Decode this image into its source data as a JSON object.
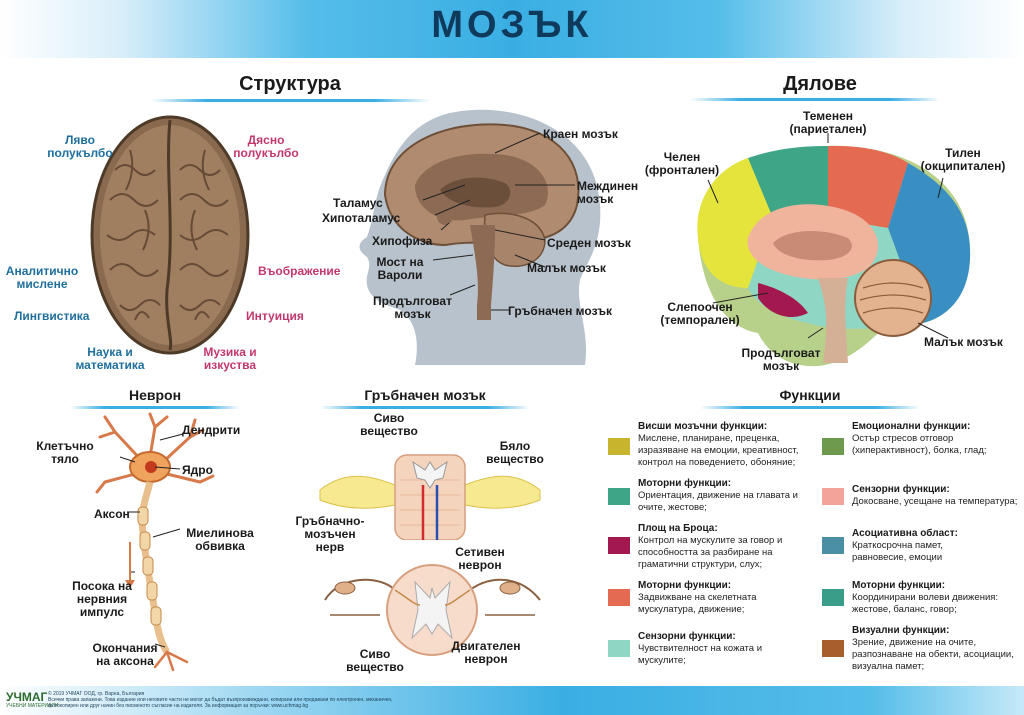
{
  "title": "МОЗЪК",
  "structure": {
    "title": "Структура",
    "left_hemisphere": [
      "Ляво",
      "полукълбо"
    ],
    "right_hemisphere": [
      "Дясно",
      "полукълбо"
    ],
    "analytic": [
      "Аналитично",
      "мислене"
    ],
    "imagination": "Въображение",
    "linguistics": "Лингвистика",
    "intuition": "Интуиция",
    "science": [
      "Наука и",
      "математика"
    ],
    "music": [
      "Музика и",
      "изкуства"
    ]
  },
  "head": {
    "cerebrum": "Краен мозък",
    "thalamus": "Таламус",
    "hypothalamus": "Хипоталамус",
    "diencephalon": [
      "Междинен",
      "мозък"
    ],
    "pituitary": "Хипофиза",
    "midbrain": "Среден мозък",
    "pons": [
      "Мост на",
      "Вароли"
    ],
    "cerebellum": "Малък мозък",
    "medulla": [
      "Продълговат",
      "мозък"
    ],
    "spinal_cord": "Гръбначен мозък"
  },
  "lobes": {
    "title": "Дялове",
    "parietal": [
      "Теменен",
      "(париетален)"
    ],
    "frontal": [
      "Челен",
      "(фронтален)"
    ],
    "occipital": [
      "Тилен",
      "(окципитален)"
    ],
    "temporal": [
      "Слепоочен",
      "(темпорален)"
    ],
    "cerebellum": "Малък мозък",
    "medulla": [
      "Продълговат",
      "мозък"
    ]
  },
  "neuron": {
    "title": "Неврон",
    "dendrites": "Дендрити",
    "cell_body": [
      "Клетъчно",
      "тяло"
    ],
    "nucleus": "Ядро",
    "axon": "Аксон",
    "myelin": [
      "Миелинова",
      "обвивка"
    ],
    "direction": [
      "Посока на",
      "нервния",
      "импулс"
    ],
    "terminals": [
      "Окончания",
      "на аксона"
    ]
  },
  "spinal": {
    "title": "Гръбначен мозък",
    "gray_top": [
      "Сиво",
      "вещество"
    ],
    "white": [
      "Бяло",
      "вещество"
    ],
    "nerve": [
      "Гръбначно-",
      "мозъчен",
      "нерв"
    ],
    "sensory": [
      "Сетивен",
      "неврон"
    ],
    "gray_bottom": [
      "Сиво",
      "вещество"
    ],
    "motor": [
      "Двигателен",
      "неврон"
    ]
  },
  "functions": {
    "title": "Функции",
    "left": [
      {
        "color": "#c9b42e",
        "title": "Висши мозъчни функции:",
        "desc": [
          "Мислене, планиране, преценка,",
          "изразяване на емоции, креативност,",
          "контрол на поведението, обоняние;"
        ]
      },
      {
        "color": "#3ea587",
        "title": "Моторни функции:",
        "desc": [
          "Ориентация, движение на главата и",
          "очите, жестове;"
        ]
      },
      {
        "color": "#a3184e",
        "title": "Площ на Броца:",
        "desc": [
          "Контрол на мускулите за говор и",
          "способността за разбиране на",
          "граматични структури, слух;"
        ]
      },
      {
        "color": "#e46a51",
        "title": "Моторни функции:",
        "desc": [
          "Задвижване на скелетната",
          "мускулатура, движение;"
        ]
      },
      {
        "color": "#8fd6c4",
        "title": "Сензорни функции:",
        "desc": [
          "Чувствителност на кожата и",
          "мускулите;"
        ]
      }
    ],
    "right": [
      {
        "color": "#6d9a4d",
        "title": "Емоционални функции:",
        "desc": [
          "Остър стресов отговор",
          "(хиперактивност), болка, глад;"
        ]
      },
      {
        "color": "#f3a49a",
        "title": "Сензорни функции:",
        "desc": [
          "Докосване, усещане на температура;"
        ]
      },
      {
        "color": "#4a8fa3",
        "title": "Асоциативна област:",
        "desc": [
          "Краткосрочна памет,",
          "равновесие, емоции"
        ]
      },
      {
        "color": "#3a9d8a",
        "title": "Моторни функции:",
        "desc": [
          "Координирани волеви движения:",
          "жестове, баланс, говор;"
        ]
      },
      {
        "color": "#a65f2d",
        "title": "Визуални функции:",
        "desc": [
          "Зрение, движение на очите,",
          "разпознаване на обекти, асоциации,",
          "визуална памет;"
        ]
      }
    ]
  },
  "footer": {
    "logo": "УЧМАГ",
    "logo_sub": "УЧЕБНИ МАТЕРИАЛИ",
    "fine_print": [
      "© 2019 УЧМАГ ООД, гр. Варна, България",
      "Всички права запазени. Това издание или неговите части не могат да бъдат възпроизвеждани, копирани или предавани по електронен, механичен,",
      "фотокопирен или друг начин без писменото съгласие на издателя. За информация за поръчки: www.uchmag.bg"
    ]
  }
}
